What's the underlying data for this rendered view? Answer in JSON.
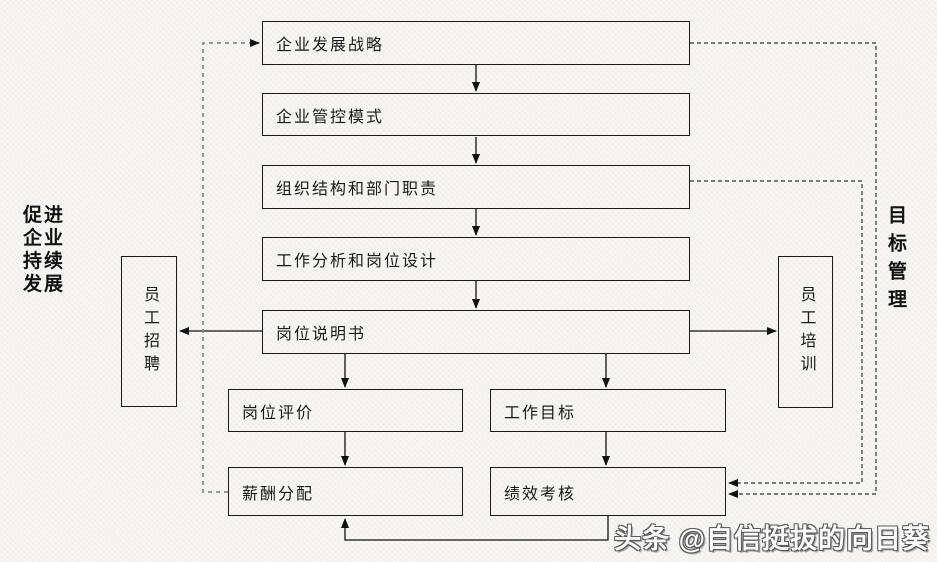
{
  "boxes": {
    "strategy": "企业发展战略",
    "governance": "企业管控模式",
    "org_structure": "组织结构和部门职责",
    "job_analysis": "工作分析和岗位设计",
    "job_description": "岗位说明书",
    "job_evaluation": "岗位评价",
    "work_goals": "工作目标",
    "salary_distribution": "薪酬分配",
    "performance_appraisal": "绩效考核",
    "recruitment": "员工招聘",
    "training": "员工培训"
  },
  "captions": {
    "left": "促进\n企业\n持续\n发展",
    "right": "目标管理"
  },
  "watermark": "头条 @自信挺拔的向日葵",
  "colors": {
    "box_border": "#1a1a1a",
    "solid_connector": "#111111",
    "dashed_connector": "#333333",
    "dashed_connector_left": "#8a8a8a",
    "background": "#f7f6f4",
    "text": "#1a1a1a"
  }
}
